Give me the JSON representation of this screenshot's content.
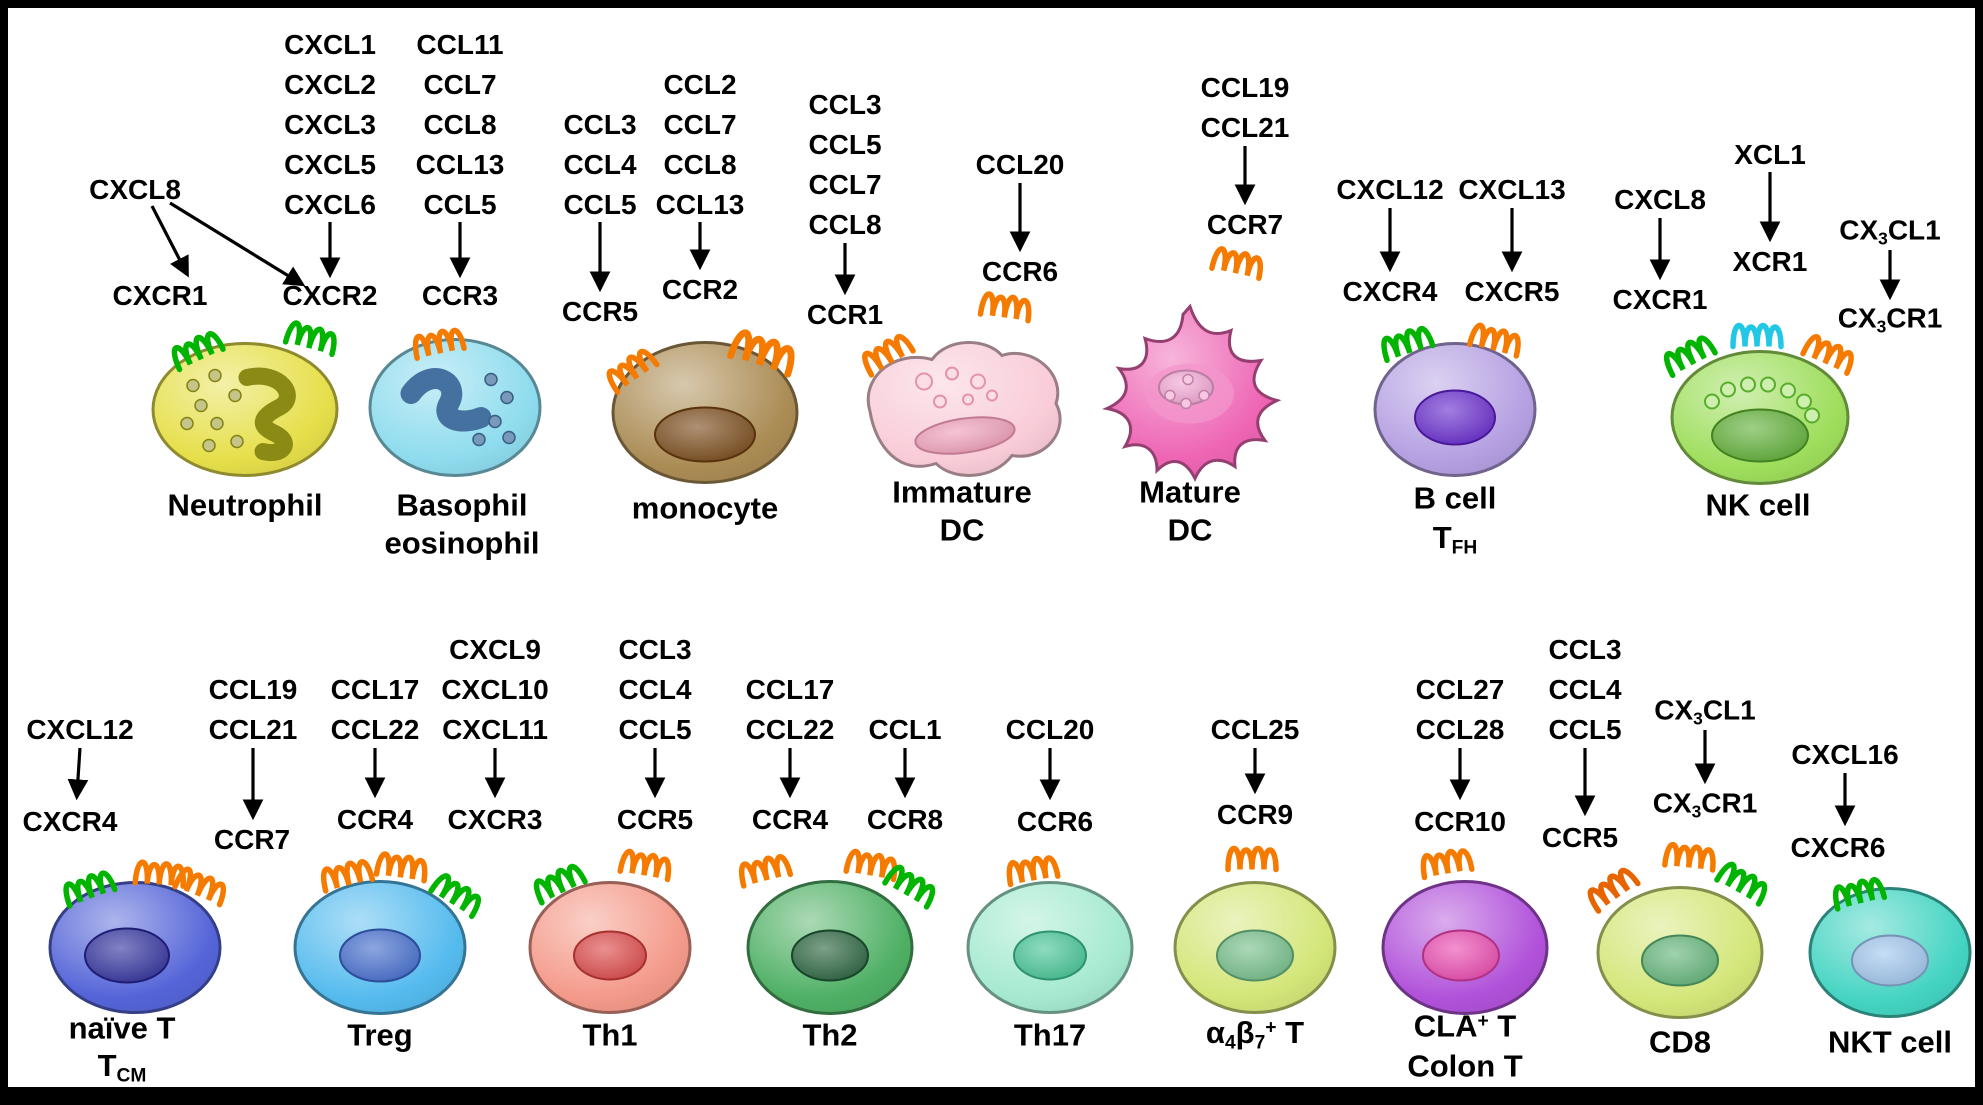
{
  "palette": {
    "background": "#ffffff",
    "ink": "#000000",
    "arrow": "#000000",
    "frame": "#000000"
  },
  "rows": [
    {
      "cells": [
        {
          "id": "neutrophil",
          "label_lines": [
            "Neutrophil"
          ],
          "body_color": "#e6df4a",
          "nucleus_color": "#8a8a14",
          "ligand_groups": [
            {
              "lines": [
                "CXCL8"
              ]
            },
            {
              "lines": [
                "CXCL1",
                "CXCL2",
                "CXCL3",
                "CXCL5",
                "CXCL6"
              ]
            }
          ],
          "receptors": [
            {
              "label": "CXCR1",
              "color": "#00b400"
            },
            {
              "label": "CXCR2",
              "color": "#00b400"
            }
          ]
        },
        {
          "id": "basophil-eosinophil",
          "label_lines": [
            "Basophil",
            "eosinophil"
          ],
          "body_color": "#8edcee",
          "nucleus_color": "#44719f",
          "ligand_groups": [
            {
              "lines": [
                "CCL11",
                "CCL7",
                "CCL8",
                "CCL13",
                "CCL5"
              ]
            }
          ],
          "receptors": [
            {
              "label": "CCR3",
              "color": "#f57a00"
            }
          ]
        },
        {
          "id": "monocyte",
          "label_lines": [
            "monocyte"
          ],
          "body_color": "#ab8c55",
          "nucleus_color": "#74420e",
          "ligand_groups": [
            {
              "lines": [
                "CCL3",
                "CCL4",
                "CCL5"
              ]
            },
            {
              "lines": [
                "CCL2",
                "CCL7",
                "CCL8",
                "CCL13"
              ]
            }
          ],
          "receptors": [
            {
              "label": "CCR5",
              "color": "#f57a00"
            },
            {
              "label": "CCR2",
              "color": "#f57a00"
            }
          ]
        },
        {
          "id": "immature-dc",
          "label_lines": [
            "Immature",
            "DC"
          ],
          "body_color": "#f9ccd8",
          "nucleus_color": "#f09ab6",
          "ligand_groups": [
            {
              "lines": [
                "CCL3",
                "CCL5",
                "CCL7",
                "CCL8"
              ]
            },
            {
              "lines": [
                "CCL20"
              ]
            }
          ],
          "receptors": [
            {
              "label": "CCR1",
              "color": "#f57a00"
            },
            {
              "label": "CCR6",
              "color": "#f57a00"
            }
          ]
        },
        {
          "id": "mature-dc",
          "label_lines": [
            "Mature",
            "DC"
          ],
          "body_color": "#ee65b4",
          "nucleus_color": "#f2a2d2",
          "ligand_groups": [
            {
              "lines": [
                "CCL19",
                "CCL21"
              ]
            }
          ],
          "receptors": [
            {
              "label": "CCR7",
              "color": "#f57a00"
            }
          ]
        },
        {
          "id": "b-cell",
          "label_lines": [
            "B cell",
            "T~FH~"
          ],
          "body_color": "#b5a0e2",
          "nucleus_color": "#6020cc",
          "ligand_groups": [
            {
              "lines": [
                "CXCL12"
              ]
            },
            {
              "lines": [
                "CXCL13"
              ]
            }
          ],
          "receptors": [
            {
              "label": "CXCR4",
              "color": "#00b400"
            },
            {
              "label": "CXCR5",
              "color": "#f57a00"
            }
          ]
        },
        {
          "id": "nk-cell",
          "label_lines": [
            "NK cell"
          ],
          "body_color": "#9ede5c",
          "nucleus_color": "#58ad2c",
          "ligand_groups": [
            {
              "lines": [
                "CXCL8"
              ]
            },
            {
              "lines": [
                "XCL1"
              ]
            },
            {
              "lines": [
                "CX~3~CL1"
              ]
            }
          ],
          "receptors": [
            {
              "label": "CXCR1",
              "color": "#00b400"
            },
            {
              "label": "XCR1",
              "color": "#22c7e5"
            },
            {
              "label": "CX~3~CR1",
              "color": "#f57a00"
            }
          ]
        }
      ]
    },
    {
      "cells": [
        {
          "id": "naive-t",
          "label_lines": [
            "naïve T",
            "T~CM~"
          ],
          "body_color": "#5565d8",
          "nucleus_color": "#27279b",
          "ligand_groups": [
            {
              "lines": [
                "CXCL12"
              ]
            },
            {
              "lines": [
                "CCL19",
                "CCL21"
              ]
            }
          ],
          "receptors": [
            {
              "label": "CXCR4",
              "color": "#00b400"
            },
            {
              "label": "CCR7",
              "color": "#f57a00"
            },
            {
              "label": "",
              "color": "#f57a00"
            }
          ]
        },
        {
          "id": "treg",
          "label_lines": [
            "Treg"
          ],
          "body_color": "#55bbee",
          "nucleus_color": "#3a66cc",
          "ligand_groups": [
            {
              "lines": [
                "CCL17",
                "CCL22"
              ]
            },
            {
              "lines": [
                "CXCL9",
                "CXCL10",
                "CXCL11"
              ]
            }
          ],
          "receptors": [
            {
              "label": "CCR4",
              "color": "#f57a00"
            },
            {
              "label": "CXCR3",
              "color": "#00b400"
            },
            {
              "label": "",
              "color": "#f57a00"
            }
          ]
        },
        {
          "id": "th1",
          "label_lines": [
            "Th1"
          ],
          "body_color": "#f49a8a",
          "nucleus_color": "#dd4040",
          "ligand_groups": [
            {
              "lines": [
                "CCL3",
                "CCL4",
                "CCL5"
              ]
            }
          ],
          "receptors": [
            {
              "label": "CCR5",
              "color": "#f57a00"
            },
            {
              "label": "",
              "color": "#00b400"
            }
          ]
        },
        {
          "id": "th2",
          "label_lines": [
            "Th2"
          ],
          "body_color": "#4fb065",
          "nucleus_color": "#1e5c34",
          "ligand_groups": [
            {
              "lines": [
                "CCL17",
                "CCL22"
              ]
            },
            {
              "lines": [
                "CCL1"
              ]
            }
          ],
          "receptors": [
            {
              "label": "CCR4",
              "color": "#f57a00"
            },
            {
              "label": "CCR8",
              "color": "#f57a00"
            },
            {
              "label": "",
              "color": "#00b400"
            }
          ]
        },
        {
          "id": "th17",
          "label_lines": [
            "Th17"
          ],
          "body_color": "#a5ead0",
          "nucleus_color": "#3cc391",
          "ligand_groups": [
            {
              "lines": [
                "CCL20"
              ]
            }
          ],
          "receptors": [
            {
              "label": "CCR6",
              "color": "#f57a00"
            }
          ]
        },
        {
          "id": "a4b7-t",
          "label_lines": [
            "α~4~β~7~^+^ T"
          ],
          "body_color": "#d3e678",
          "nucleus_color": "#6fbd85",
          "ligand_groups": [
            {
              "lines": [
                "CCL25"
              ]
            }
          ],
          "receptors": [
            {
              "label": "CCR9",
              "color": "#f57a00"
            }
          ]
        },
        {
          "id": "cla-t",
          "label_lines": [
            "CLA^+^ T",
            "Colon T"
          ],
          "body_color": "#b152da",
          "nucleus_color": "#ea41ad",
          "ligand_groups": [
            {
              "lines": [
                "CCL27",
                "CCL28"
              ]
            }
          ],
          "receptors": [
            {
              "label": "CCR10",
              "color": "#f57a00"
            }
          ]
        },
        {
          "id": "cd8",
          "label_lines": [
            "CD8"
          ],
          "body_color": "#d3e678",
          "nucleus_color": "#5cb273",
          "ligand_groups": [
            {
              "lines": [
                "CCL3",
                "CCL4",
                "CCL5"
              ]
            },
            {
              "lines": [
                "CX~3~CL1"
              ]
            }
          ],
          "receptors": [
            {
              "label": "CCR5",
              "color": "#e86400"
            },
            {
              "label": "CX~3~CR1",
              "color": "#f57a00"
            },
            {
              "label": "",
              "color": "#00b400"
            }
          ]
        },
        {
          "id": "nkt-cell",
          "label_lines": [
            "NKT cell"
          ],
          "body_color": "#44d4c2",
          "nucleus_color": "#9cc4ee",
          "ligand_groups": [
            {
              "lines": [
                "CXCL16"
              ]
            }
          ],
          "receptors": [
            {
              "label": "CXCR6",
              "color": "#00b400"
            }
          ]
        }
      ]
    }
  ]
}
